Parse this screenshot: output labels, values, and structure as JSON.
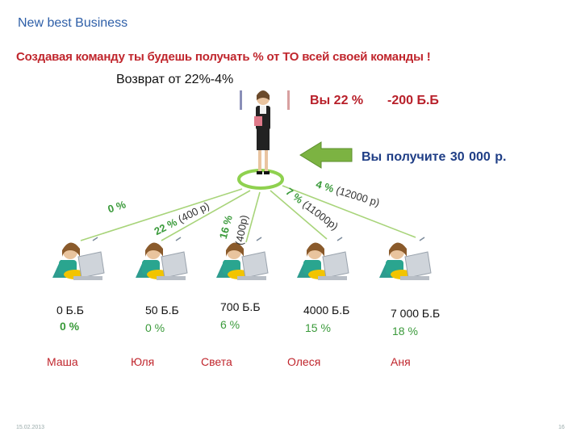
{
  "brand": "New best Business",
  "headline": "Создавая команду  ты будешь получать % от ТО всей своей команды !",
  "return_note": "Возврат от 22%-4%",
  "you": {
    "percent": "Вы 22 %",
    "points": "-200 Б.Б",
    "receive": "Вы получите  30 000 р."
  },
  "links": [
    {
      "pct": "0 %",
      "amount": ""
    },
    {
      "pct": "22 %",
      "amount": "(400 р)"
    },
    {
      "pct": "16 %",
      "amount": "(400р)"
    },
    {
      "pct": "7 %",
      "amount": "(11000р)"
    },
    {
      "pct": "4 %",
      "amount": "(12000 р)"
    }
  ],
  "members": [
    {
      "points": "0 Б.Б",
      "share": "0 %",
      "name": "Маша"
    },
    {
      "points": "50 Б.Б",
      "share": "0 %",
      "name": "Юля"
    },
    {
      "points": "700 Б.Б",
      "share": "6 %",
      "name": "Света"
    },
    {
      "points": "4000 Б.Б",
      "share": "15 %",
      "name": "Олеся"
    },
    {
      "points": "7 000 Б.Б",
      "share": "18 %",
      "name": "Аня"
    }
  ],
  "footer": {
    "date": "15.02.2013",
    "page": "16"
  },
  "colors": {
    "accent_red": "#c0262d",
    "accent_blue": "#1f3e86",
    "green": "#3a9a3a",
    "arrow_green": "#7cb342"
  }
}
